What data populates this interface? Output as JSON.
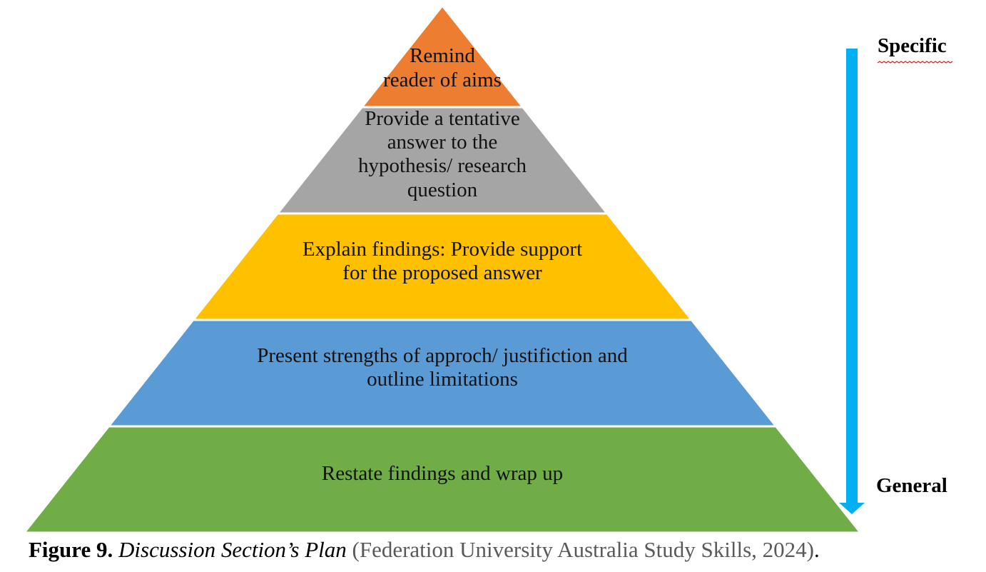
{
  "pyramid": {
    "tiers": [
      {
        "lines": [
          "Remind",
          "reader of aims"
        ],
        "color": "#ED7D31"
      },
      {
        "lines": [
          "Provide a tentative",
          "answer to the",
          "hypothesis/ research",
          "question"
        ],
        "color": "#A5A5A5"
      },
      {
        "lines": [
          "Explain findings: Provide support",
          "for the proposed answer"
        ],
        "color": "#FFC000"
      },
      {
        "lines": [
          "Present strengths of approch/ justifiction and",
          "outline limitations"
        ],
        "color": "#5B9BD5"
      },
      {
        "lines": [
          "Restate findings and wrap up"
        ],
        "color": "#70AD47"
      }
    ]
  },
  "axis": {
    "top_label": "Specific",
    "bottom_label": "General",
    "arrow_color": "#00B0F0"
  },
  "caption": {
    "figure": "Figure 9.",
    "title": "Discussion Section’s Plan",
    "source": "(Federation University Australia Study Skills, 2024)",
    "end": "."
  }
}
